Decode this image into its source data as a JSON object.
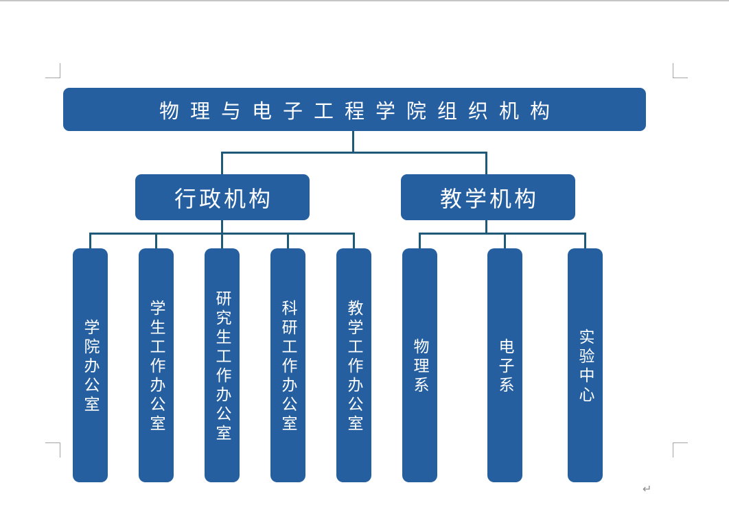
{
  "colors": {
    "box_fill": "#265FA0",
    "box_text": "#FFFFFF",
    "connector": "#1E5A78",
    "crop_mark": "#A3A3A3",
    "page_top_border": "#C5C5C5",
    "paragraph_mark_color": "#8C8C8C",
    "background": "#FFFFFF"
  },
  "document": {
    "paragraph_mark": "↵"
  },
  "org_chart": {
    "title": "物理与电子工程学院组织机构",
    "branches": [
      {
        "label": "行政机构",
        "children": [
          {
            "label": "学院办公室"
          },
          {
            "label": "学生工作办公室"
          },
          {
            "label": "研究生工作办公室"
          },
          {
            "label": "科研工作办公室"
          },
          {
            "label": "教学工作办公室"
          }
        ]
      },
      {
        "label": "教学机构",
        "children": [
          {
            "label": "物理系"
          },
          {
            "label": "电子系"
          },
          {
            "label": "实验中心"
          }
        ]
      }
    ]
  }
}
